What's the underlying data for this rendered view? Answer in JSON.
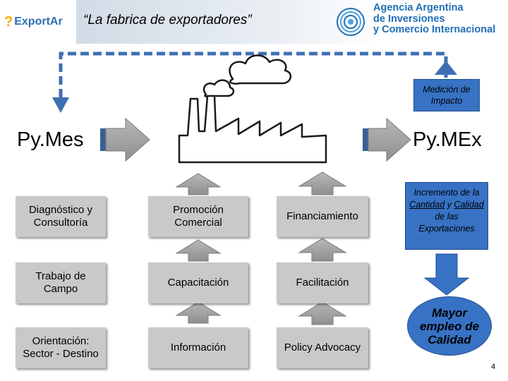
{
  "header": {
    "brand_mark": "?",
    "brand_name": "ExportAr",
    "slogan": "“La fabrica de exportadores”",
    "agency_lines": [
      "Agencia Argentina",
      "de Inversiones",
      "y Comercio Internacional"
    ]
  },
  "flow": {
    "left_label": "Py.Mes",
    "right_label": "Py.MEx",
    "impact_label": "Medición de Impacto"
  },
  "services": {
    "col1": [
      "Diagnóstico y Consultoría",
      "Trabajo de Campo",
      "Orientación: Sector - Destino"
    ],
    "col2": [
      "Promoción Comercial",
      "Capacitación",
      "Información"
    ],
    "col3": [
      "Financiamiento",
      "Facilitación",
      "Policy Advocacy"
    ]
  },
  "outcomes": {
    "increase_parts": [
      "Incremento de la ",
      "Cantidad",
      " y ",
      "Calidad",
      " de las Exportaciones"
    ],
    "employment": "Mayor empleo de Calidad"
  },
  "page_number": "4",
  "colors": {
    "arrow_gray": "#a9a9a9",
    "box_gray": "#c9c9c9",
    "blue": "#3772c4",
    "dash_blue": "#3f6fb3"
  }
}
